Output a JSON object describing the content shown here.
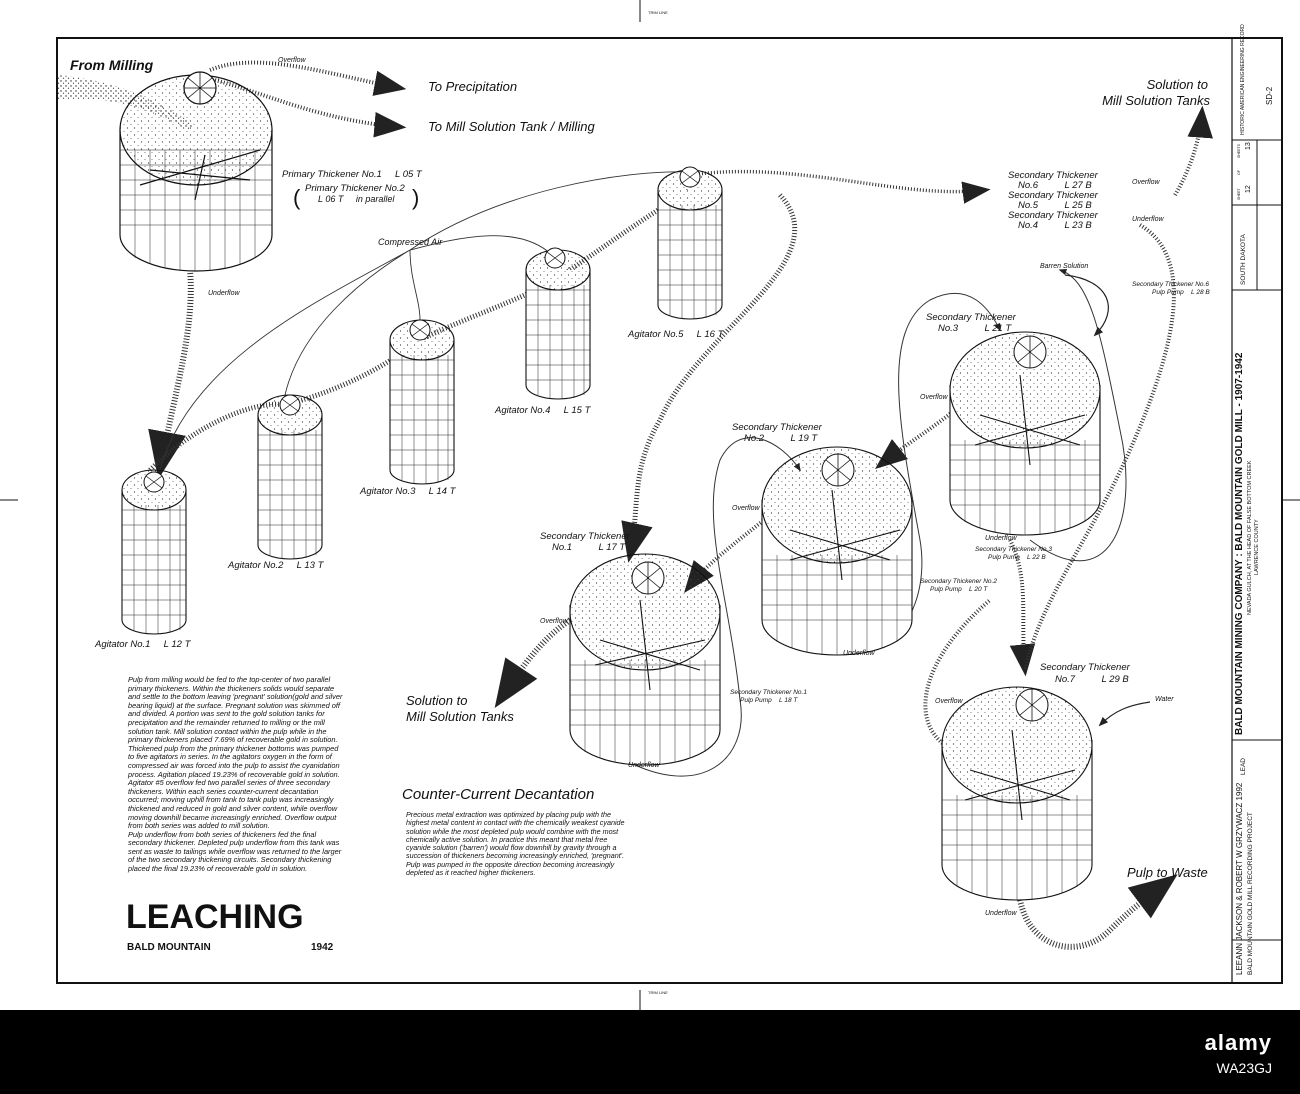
{
  "trim_line": "TRIM LINE",
  "title": {
    "main": "LEACHING",
    "place": "BALD MOUNTAIN",
    "year": "1942"
  },
  "flow_labels": {
    "from_milling": "From Milling",
    "overflow_top": "Overflow",
    "to_precipitation": "To Precipitation",
    "to_mill_solution": "To Mill Solution Tank / Milling",
    "solution_to_mill_right": [
      "Solution to",
      "Mill Solution Tanks"
    ],
    "solution_to_mill_left": [
      "Solution to",
      "Mill Solution Tanks"
    ],
    "compressed_air": "Compressed Air",
    "underflow_primary": "Underflow",
    "pulp_to_waste": "Pulp to Waste",
    "barren_solution": "Barren Solution",
    "water": "Water",
    "overflow_right": "Overflow",
    "underflow_right": "Underflow",
    "overflow_st1": "Overflow",
    "overflow_st2": "Overflow",
    "overflow_st3": "Overflow",
    "overflow_st7": "Overflow",
    "underflow_st1": "Underflow",
    "underflow_st2": "Underflow",
    "underflow_st3": "Underflow",
    "underflow_st7": "Underflow"
  },
  "tanks": {
    "primary": {
      "line1": "Primary Thickener No.1     L 05 T",
      "line2": "Primary Thickener No.2",
      "line3": "L 06 T     in parallel"
    },
    "agitator1": "Agitator No.1     L 12 T",
    "agitator2": "Agitator No.2     L 13 T",
    "agitator3": "Agitator No.3     L 14 T",
    "agitator4": "Agitator No.4     L 15 T",
    "agitator5": "Agitator No.5     L 16 T",
    "st1": [
      "Secondary Thickener",
      "No.1          L 17 T"
    ],
    "st2": [
      "Secondary Thickener",
      "No.2          L 19 T"
    ],
    "st3": [
      "Secondary Thickener",
      "No.3          L 21 T"
    ],
    "st7": [
      "Secondary Thickener",
      "No.7          L 29 B"
    ],
    "st_group": [
      "Secondary Thickener",
      "No.6          L 27 B",
      "Secondary Thickener",
      "No.5          L 25 B",
      "Secondary Thickener",
      "No.4          L 23 B"
    ]
  },
  "pumps": {
    "p1": [
      "Secondary Thickener No.1",
      "Pulp Pump    L 18 T"
    ],
    "p2": [
      "Secondary Thickener No.2",
      "Pulp Pump    L 20 T"
    ],
    "p3": [
      "Secondary Thickener No.3",
      "Pulp Pump    L 22 B"
    ],
    "p6": [
      "Secondary Thickener No.6",
      "Pulp Pump    L 28 B"
    ]
  },
  "ccd": {
    "heading": "Counter-Current Decantation",
    "body": "Precious metal extraction was optimized by placing pulp with the highest metal content in contact with the chemically weakest cyanide solution while the most depleted pulp would combine with the most chemically active solution.  In practice this meant that metal free cyanide solution ('barren') would flow downhill by gravity through a succession of thickeners becoming increasingly enriched, 'pregnant'.  Pulp was pumped in the opposite direction becoming increasingly depleted as it reached higher thickeners."
  },
  "description": [
    "Pulp from milling would be fed to the top-center of two parallel primary thickeners.  Within the thickeners solids would separate and settle to the bottom leaving 'pregnant' solution(gold and silver bearing liquid) at the surface.  Pregnant solution was skimmed off and divided.  A portion was sent to the gold solution tanks for precipitation and the remainder returned to milling or the mill solution tank.  Mill solution contact within the pulp while in the primary thickeners placed 7.69% of recoverable gold in solution.",
    "Thickened pulp from the primary thickener bottoms was pumped to five agitators in series.  In the agitators oxygen in the form of compressed air was forced into the pulp to assist the cyanidation process.  Agitation placed 19.23% of recoverable gold in solution.",
    "Agitator #5 overflow fed two parallel series of three secondary thickeners.  Within each series counter-current decantation occurred;  moving uphill from tank to tank pulp was increasingly thickened and reduced in gold and silver content, while overflow moving downhill became increasingly enriched.  Overflow output from both series was added to mill solution.",
    "Pulp underflow from both series of thickeners fed the final secondary thickener.  Depleted pulp underflow from this tank was sent as waste to tailings while overflow was returned to the larger of the two secondary thickening circuits.  Secondary thickening placed the final 19.23% of recoverable gold in solution."
  ],
  "title_block": {
    "main": "BALD MOUNTAIN MINING COMPANY : BALD MOUNTAIN GOLD MILL - 1907-1942",
    "sub1": "NEVADA GULCH, AT THE HEAD OF FALSE BOTTOM CREEK",
    "sub2": "LAWRENCE COUNTY",
    "state": "SOUTH DAKOTA",
    "record": "HISTORIC AMERICAN ENGINEERING RECORD",
    "record_no": "SD-2",
    "sheet_label": "SHEET",
    "of_label": "OF",
    "sheets_label": "SHEETS",
    "sheet": "12",
    "of_sheets": "13",
    "delineator": "LEEANN JACKSON & ROBERT W GRZYWACZ  1992",
    "project": "BALD MOUNTAIN GOLD MILL RECORDING PROJECT",
    "city": "LEAD"
  },
  "footer": {
    "brand": "alamy",
    "image_id": "WA23GJ"
  }
}
